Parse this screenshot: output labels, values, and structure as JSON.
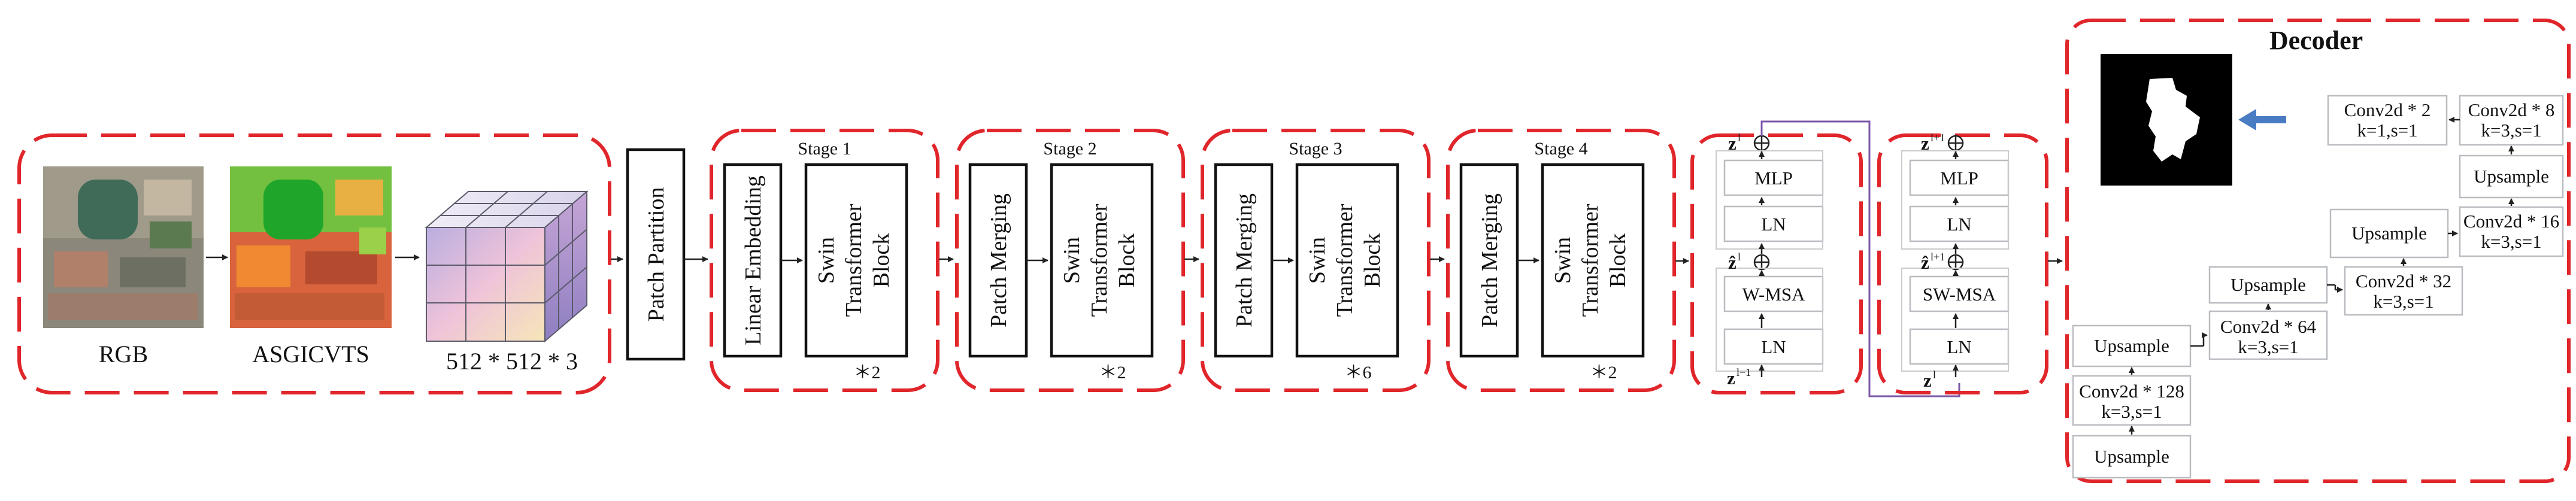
{
  "input_section": {
    "rgb_label": "RGB",
    "feature_label": "ASGICVTS",
    "cube_label": "512 * 512 * 3"
  },
  "patch_partition": "Patch Partition",
  "stages": [
    {
      "title": "Stage 1",
      "first_block": "Linear Embedding",
      "swin_line1": "Swin",
      "swin_line2": "Transformer",
      "swin_line3": "Block",
      "repeat": "＊2"
    },
    {
      "title": "Stage 2",
      "first_block": "Patch Merging",
      "swin_line1": "Swin",
      "swin_line2": "Transformer",
      "swin_line3": "Block",
      "repeat": "＊2"
    },
    {
      "title": "Stage 3",
      "first_block": "Patch Merging",
      "swin_line1": "Swin",
      "swin_line2": "Transformer",
      "swin_line3": "Block",
      "repeat": "＊6"
    },
    {
      "title": "Stage 4",
      "first_block": "Patch Merging",
      "swin_line1": "Swin",
      "swin_line2": "Transformer",
      "swin_line3": "Block",
      "repeat": "＊2"
    }
  ],
  "swin_block_1": {
    "mlp": "MLP",
    "ln_top": "LN",
    "attn": "W-MSA",
    "ln_bottom": "LN",
    "var_out": "z",
    "sup_out": "l",
    "var_mid": "ẑ",
    "sup_mid": "l",
    "var_in": "z",
    "sup_in": "l−1"
  },
  "swin_block_2": {
    "mlp": "MLP",
    "ln_top": "LN",
    "attn": "SW-MSA",
    "ln_bottom": "LN",
    "var_out": "z",
    "sup_out": "l+1",
    "var_mid": "ẑ",
    "sup_mid": "l+1",
    "var_in": "z",
    "sup_in": "l"
  },
  "decoder": {
    "title": "Decoder",
    "upsample_1": "Upsample",
    "conv_128_l1": "Conv2d * 128",
    "conv_128_l2": "k=3,s=1",
    "upsample_2": "Upsample",
    "conv_64_l1": "Conv2d * 64",
    "conv_64_l2": "k=3,s=1",
    "upsample_3": "Upsample",
    "conv_32_l1": "Conv2d * 32",
    "conv_32_l2": "k=3,s=1",
    "upsample_4": "Upsample",
    "conv_16_l1": "Conv2d * 16",
    "conv_16_l2": "k=3,s=1",
    "upsample_5": "Upsample",
    "conv_8_l1": "Conv2d * 8",
    "conv_8_l2": "k=3,s=1",
    "conv_2_l1": "Conv2d * 2",
    "conv_2_l2": "k=1,s=1"
  },
  "colors": {
    "dashed_border": "#e0262b",
    "arrow_blue": "#4a7cc4",
    "skip_line": "#7b56a8"
  }
}
